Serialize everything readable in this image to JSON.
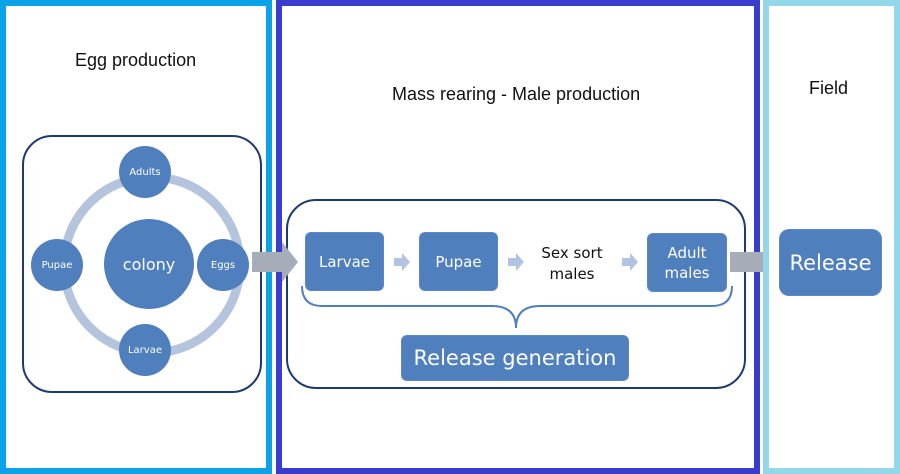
{
  "panels": {
    "egg_production": {
      "title": "Egg production",
      "center": "colony",
      "cycle": [
        "Adults",
        "Eggs",
        "Larvae",
        "Pupae"
      ]
    },
    "mass_rearing": {
      "title": "Mass rearing - Male production",
      "steps": [
        "Larvae",
        "Pupae",
        "Sex sort males",
        "Adult males"
      ],
      "step_lines": {
        "sex_sort": [
          "Sex sort",
          "males"
        ],
        "adult_males": [
          "Adult",
          "males"
        ]
      },
      "group_label": "Release generation"
    },
    "field": {
      "title": "Field",
      "step": "Release"
    }
  },
  "colors": {
    "egg_panel_border": "#0aa3e8",
    "mass_panel_border": "#3a3ccd",
    "field_panel_border": "#92d7ea",
    "node_fill": "#4f7fbd",
    "cycle_ring": "#b4c4dc",
    "big_arrow": "#a7adb8",
    "small_arrow": "#b1c3e0",
    "frame_stroke": "#1e3a70"
  }
}
